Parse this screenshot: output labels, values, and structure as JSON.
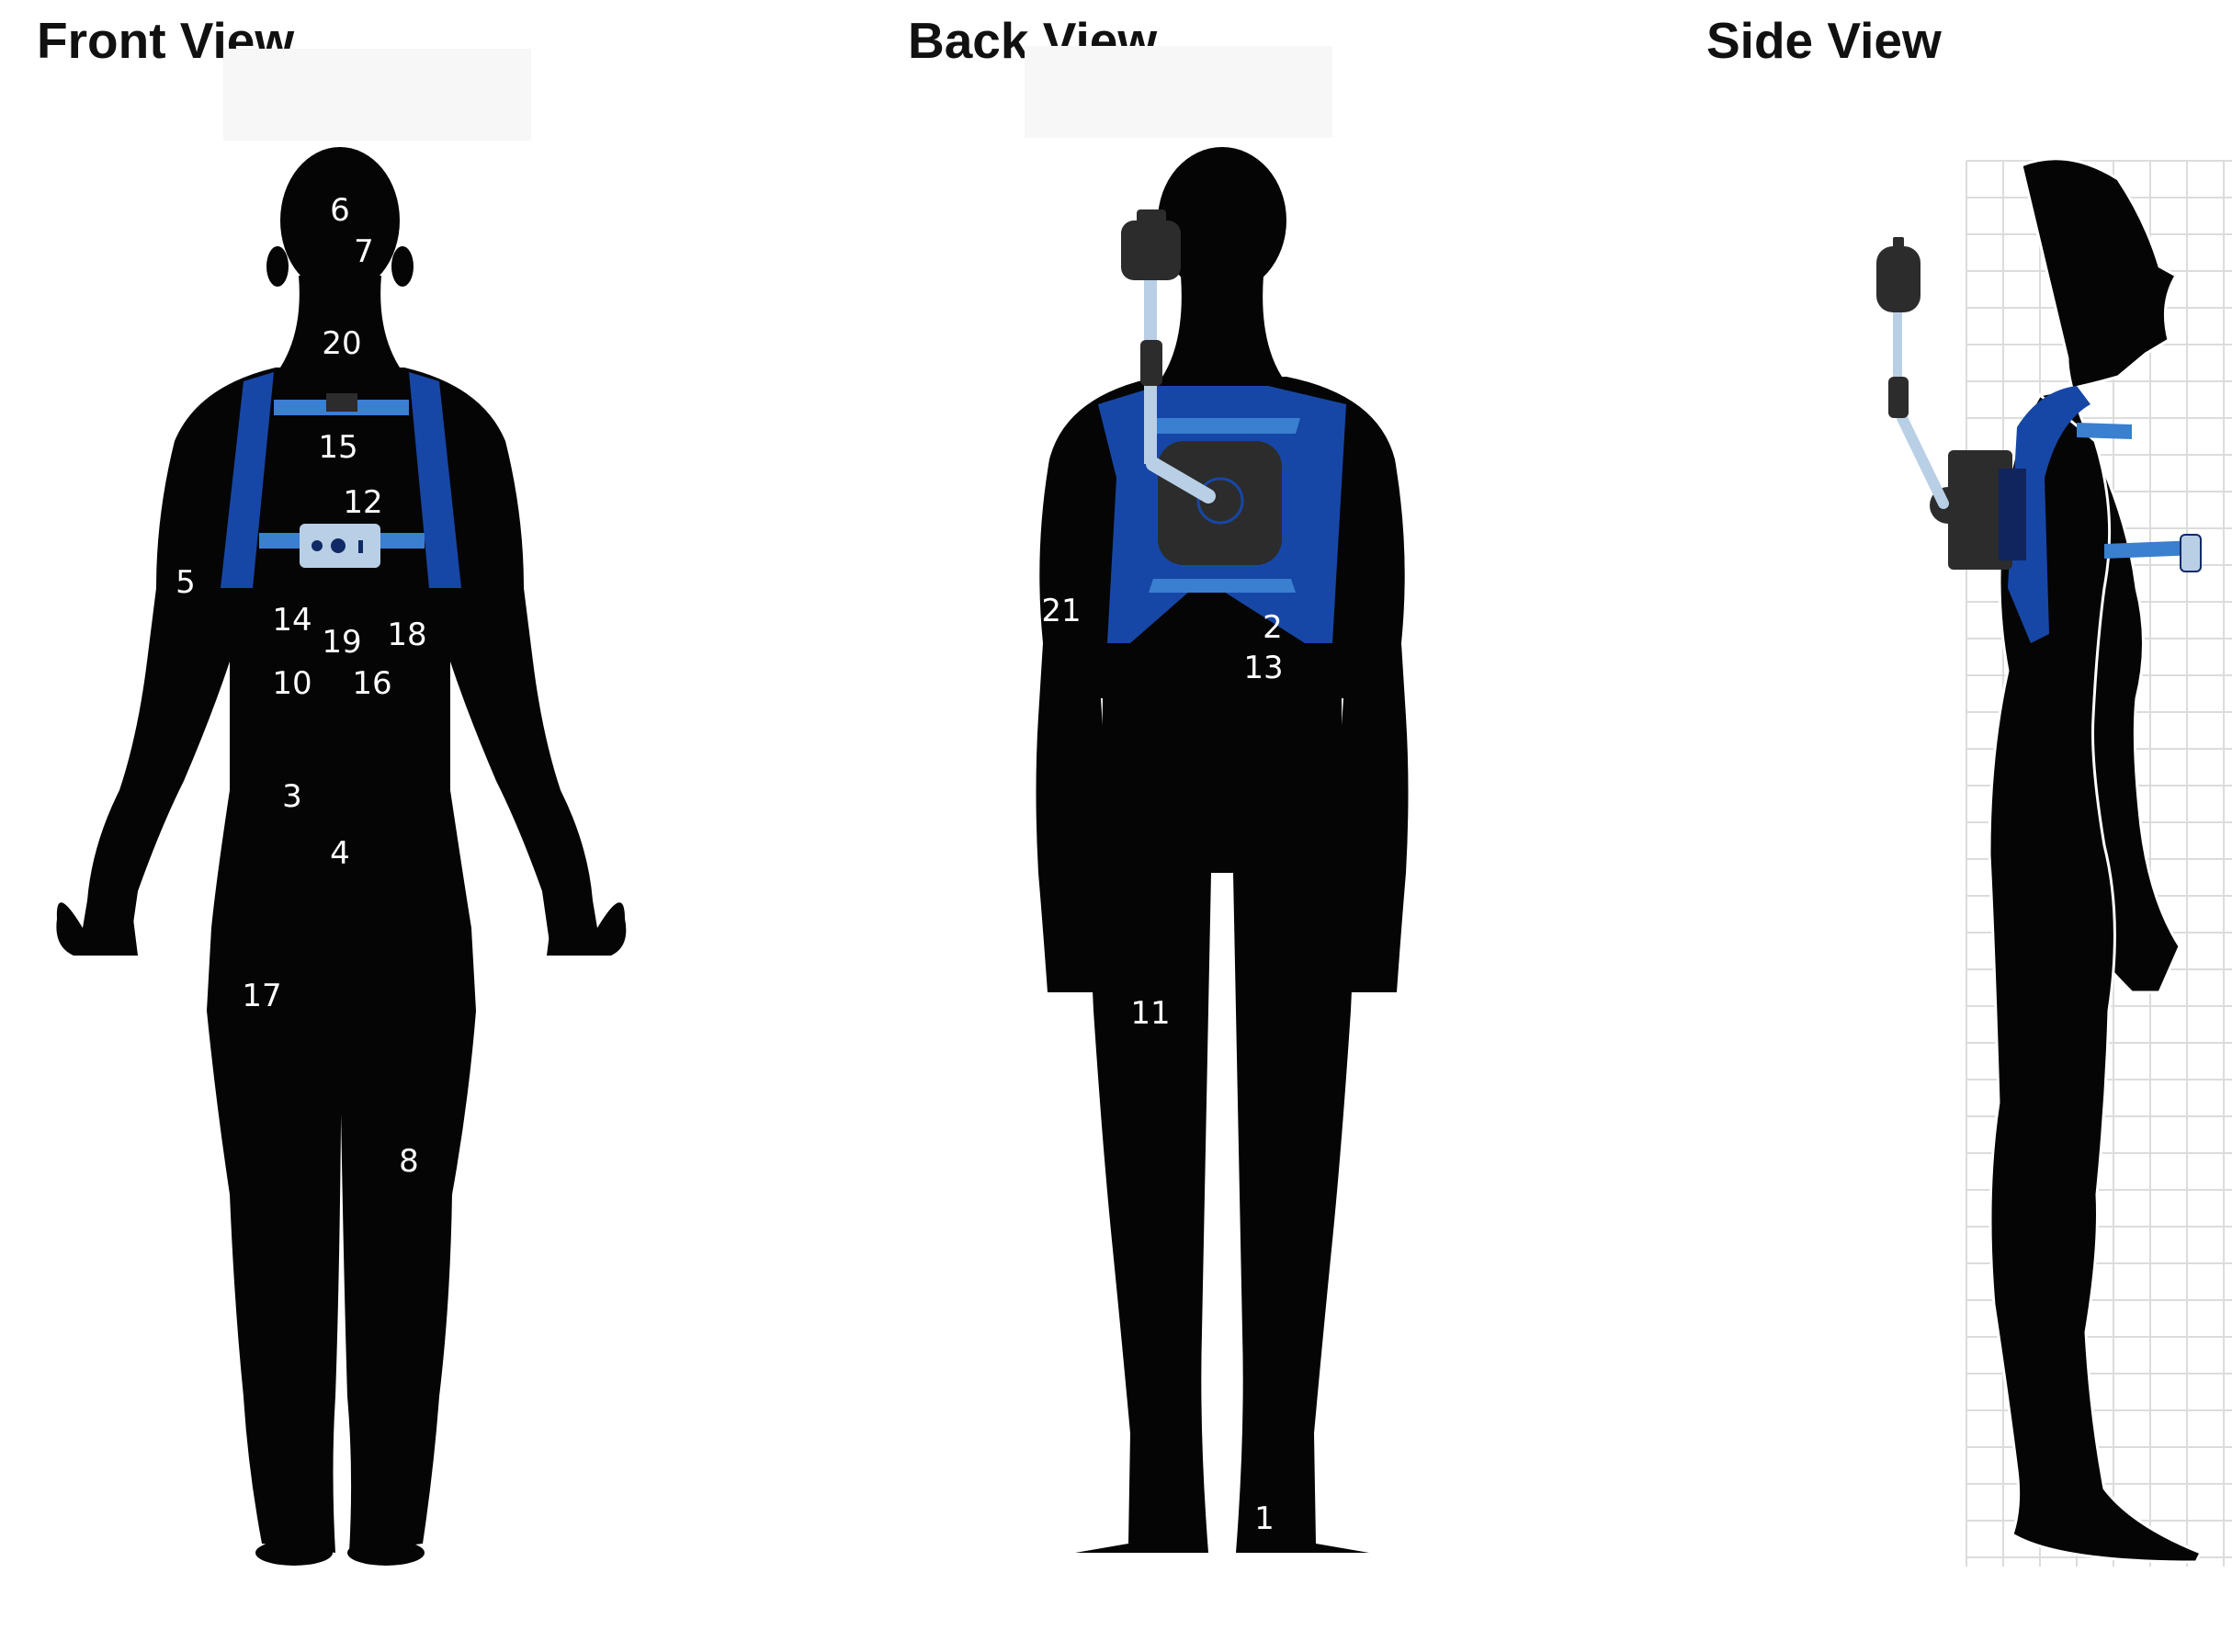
{
  "views": {
    "front": {
      "title": "Front View",
      "markers": [
        "6",
        "7",
        "20",
        "15",
        "12",
        "5",
        "14",
        "19",
        "18",
        "10",
        "16",
        "3",
        "4",
        "17",
        "8"
      ]
    },
    "back": {
      "title": "Back View",
      "markers": [
        "21",
        "2",
        "13",
        "11",
        "1"
      ]
    },
    "side": {
      "title": "Side View"
    }
  },
  "colors": {
    "silhouette": "#050505",
    "harness_blue": "#1747a6",
    "harness_light": "#3a7fd0",
    "device_dark": "#2c2c2c",
    "device_light": "#b9cfe6",
    "marker_text": "#ffffff",
    "grid_line": "#dcdcdc"
  }
}
